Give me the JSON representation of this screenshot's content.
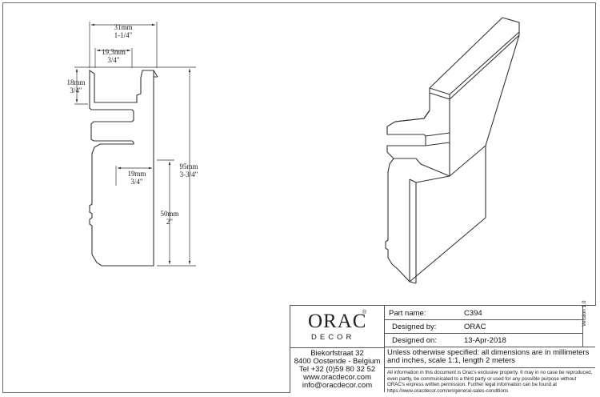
{
  "dimensions": {
    "width_total_mm": "31mm",
    "width_total_in": "1-1/4\"",
    "width_top_mm": "19,3mm",
    "width_top_in": "3/4\"",
    "height_top_mm": "18mm",
    "height_top_in": "3/4\"",
    "depth_lower_mm": "19mm",
    "depth_lower_in": "3/4\"",
    "height_lower_mm": "50mm",
    "height_lower_in": "2\"",
    "height_total_mm": "95mm",
    "height_total_in": "3-3/4\""
  },
  "title_block": {
    "logo_word": "ORAC",
    "logo_sub": "DECOR",
    "logo_mark": "®",
    "address": [
      "Biekorfstraat 32",
      "8400 Oostende - Belgium",
      "Tel +32 (0)59 80 32 52",
      "www.oracdecor.com",
      "info@oracdecor.com"
    ],
    "part_name_label": "Part name:",
    "part_name": "C394",
    "designed_by_label": "Designed by:",
    "designed_by": "ORAC",
    "designed_on_label": "Designed on:",
    "designed_on": "13-Apr-2018",
    "version": "Version 1.0",
    "spec_note": "Unless otherwise specified: all dimensions are in millimeters and inches, scale 1:1, length 2 meters",
    "legal_note": "All information in this document is Orac's exclusive property.  It may in no case be reproduced, even partly, be communicated to a third party or used for any possible purpose without ORAC's express written permission. Further legal information can be found at https://www.oracdecor.com/en/general-sales-conditions"
  }
}
